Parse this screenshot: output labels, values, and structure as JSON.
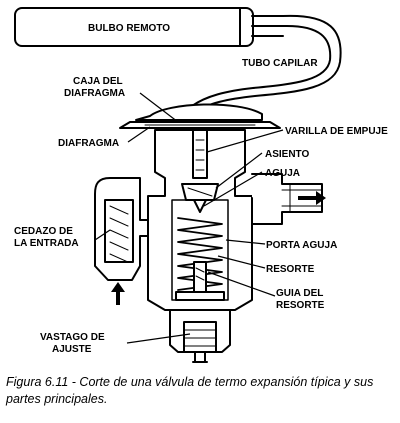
{
  "labels": {
    "bulbo_remoto": "BULBO REMOTO",
    "tubo_capilar": "TUBO CAPILAR",
    "caja_line1": "CAJA DEL",
    "caja_line2": "DIAFRAGMA",
    "diafragma": "DIAFRAGMA",
    "varilla": "VARILLA DE EMPUJE",
    "asiento": "ASIENTO",
    "aguja": "AGUJA",
    "cedazo_line1": "CEDAZO DE",
    "cedazo_line2": "LA ENTRADA",
    "porta_aguja": "PORTA AGUJA",
    "resorte": "RESORTE",
    "guia_line1": "GUIA DEL",
    "guia_line2": "RESORTE",
    "vastago_line1": "VASTAGO DE",
    "vastago_line2": "AJUSTE"
  },
  "caption": {
    "line1": "Figura 6.11 - Corte de una válvula  de termo expansión típica y sus",
    "line2": "partes principales."
  },
  "icons": {
    "outlet_arrow": "arrow-right-icon",
    "inlet_arrow": "arrow-up-icon"
  }
}
